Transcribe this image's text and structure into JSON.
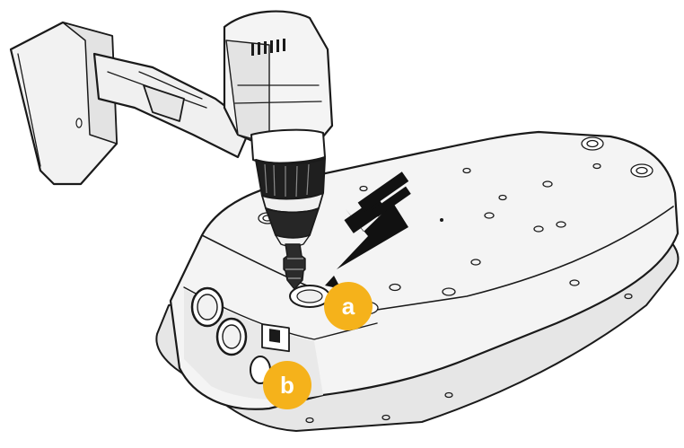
{
  "figure": {
    "callouts": [
      {
        "id": "a",
        "label": "a",
        "color": "#f5b21b"
      },
      {
        "id": "b",
        "label": "b",
        "color": "#f5b21b"
      }
    ],
    "colors": {
      "outline": "#1a1a1a",
      "body_fill": "#f4f4f4",
      "shadow": "#dcdcdc",
      "arrow": "#111111",
      "callout": "#f5b21b"
    },
    "objects": [
      "cordless-drill",
      "step-drill-bit",
      "device-base-housing",
      "insertion-arrow"
    ]
  }
}
